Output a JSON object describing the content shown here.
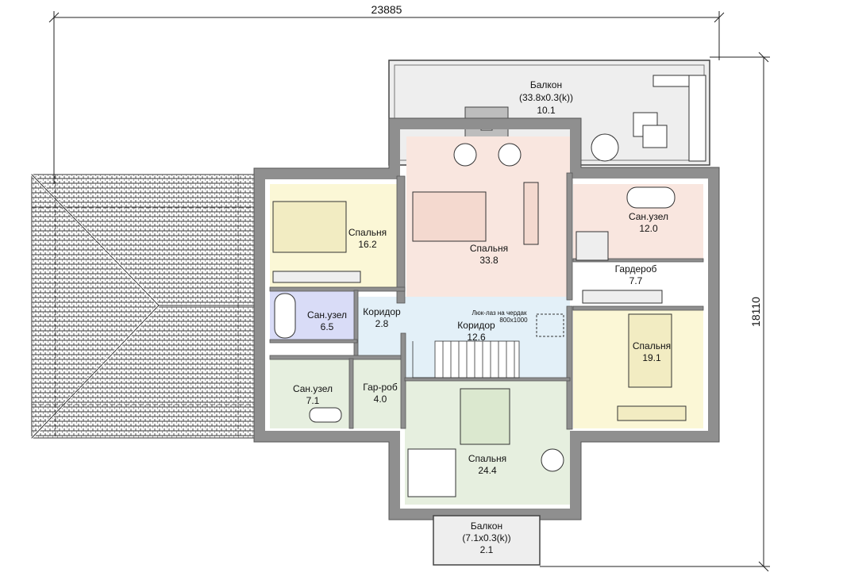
{
  "dimensions": {
    "width": "23885",
    "height": "18110"
  },
  "rooms": {
    "balcony_top": {
      "name": "Балкон",
      "dims": "(33.8x0.3(k))",
      "area": "10.1"
    },
    "bedroom_left": {
      "name": "Спальня",
      "area": "16.2"
    },
    "bedroom_main": {
      "name": "Спальня",
      "area": "33.8"
    },
    "bath_right": {
      "name": "Сан.узел",
      "area": "12.0"
    },
    "wardrobe_right": {
      "name": "Гардероб",
      "area": "7.7"
    },
    "bath_left": {
      "name": "Сан.узел",
      "area": "6.5"
    },
    "corridor_small": {
      "name": "Коридор",
      "area": "2.8"
    },
    "corridor_main": {
      "name": "Коридор",
      "area": "12.6"
    },
    "attic_hatch": {
      "name": "Люк-лаз на чердак",
      "size": "800x1000"
    },
    "bedroom_right": {
      "name": "Спальня",
      "area": "19.1"
    },
    "bath_lower": {
      "name": "Сан.узел",
      "area": "7.1"
    },
    "wardrobe_lower": {
      "name": "Гар-роб",
      "area": "4.0"
    },
    "bedroom_lower": {
      "name": "Спальня",
      "area": "24.4"
    },
    "balcony_bottom": {
      "name": "Балкон",
      "dims": "(7.1x0.3(k))",
      "area": "2.1"
    }
  },
  "colors": {
    "wall": "#8f8f8f",
    "roof": "#3a3a3a",
    "bedroom_left": "#fbf7d6",
    "bedroom_main": "#f9e6df",
    "bath_right": "#f9e6df",
    "bath_left": "#d9dcf7",
    "corridor": "#e3f0f8",
    "bedroom_right": "#fbf7d6",
    "lower": "#e6efdf",
    "balcony": "#eeeeee"
  }
}
